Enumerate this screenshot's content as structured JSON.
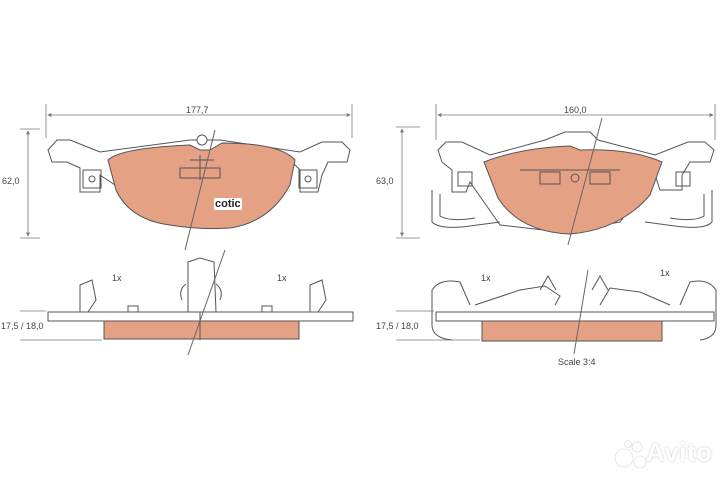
{
  "colors": {
    "friction": "#e4a184",
    "line": "#555555",
    "dim": "#777777"
  },
  "left_pad": {
    "width_label": "177,7",
    "height_label": "62,0",
    "thickness_label": "17,5 / 18,0",
    "qty_left": "1x",
    "qty_right": "1x",
    "brand_badge": "cotic"
  },
  "right_pad": {
    "width_label": "160,0",
    "height_label": "63,0",
    "thickness_label": "17,5 / 18,0",
    "qty_left": "1x",
    "qty_right": "1x"
  },
  "scale_label": "Scale 3:4",
  "watermark": {
    "text": "Avito",
    "icon": "avito-dots-icon"
  }
}
